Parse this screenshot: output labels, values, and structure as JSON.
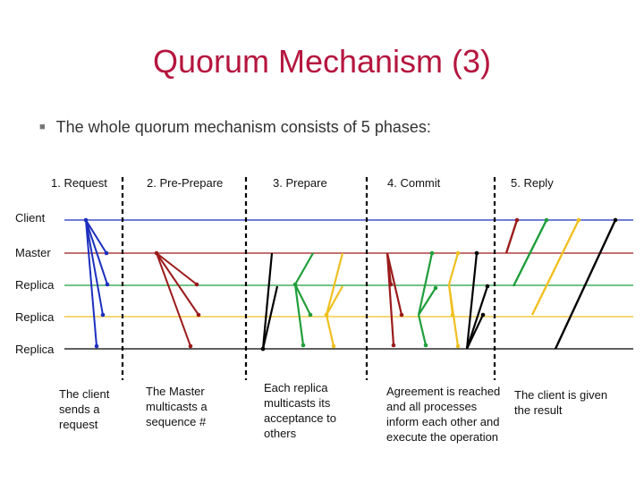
{
  "title": "Quorum Mechanism (3)",
  "bullet": "The whole quorum mechanism consists of 5 phases:",
  "phases": [
    "1. Request",
    "2. Pre-Prepare",
    "3. Prepare",
    "4. Commit",
    "5. Reply"
  ],
  "lanes": [
    "Client",
    "Master",
    "Replica",
    "Replica",
    "Replica"
  ],
  "descriptions": {
    "request": "The client sends a request",
    "pre_prepare": "The Master multicasts a sequence #",
    "prepare": "Each replica multicasts its acceptance to others",
    "commit": "Agreement is reached and all processes inform each other and execute the operation",
    "reply": "The client is given the result"
  },
  "colors": {
    "title": "#b5163f",
    "client": "#1c2fbf",
    "master": "#9b1b1b",
    "replica_green": "#1f9e3b",
    "replica_yellow": "#f0c020",
    "replica_black": "#000000"
  }
}
